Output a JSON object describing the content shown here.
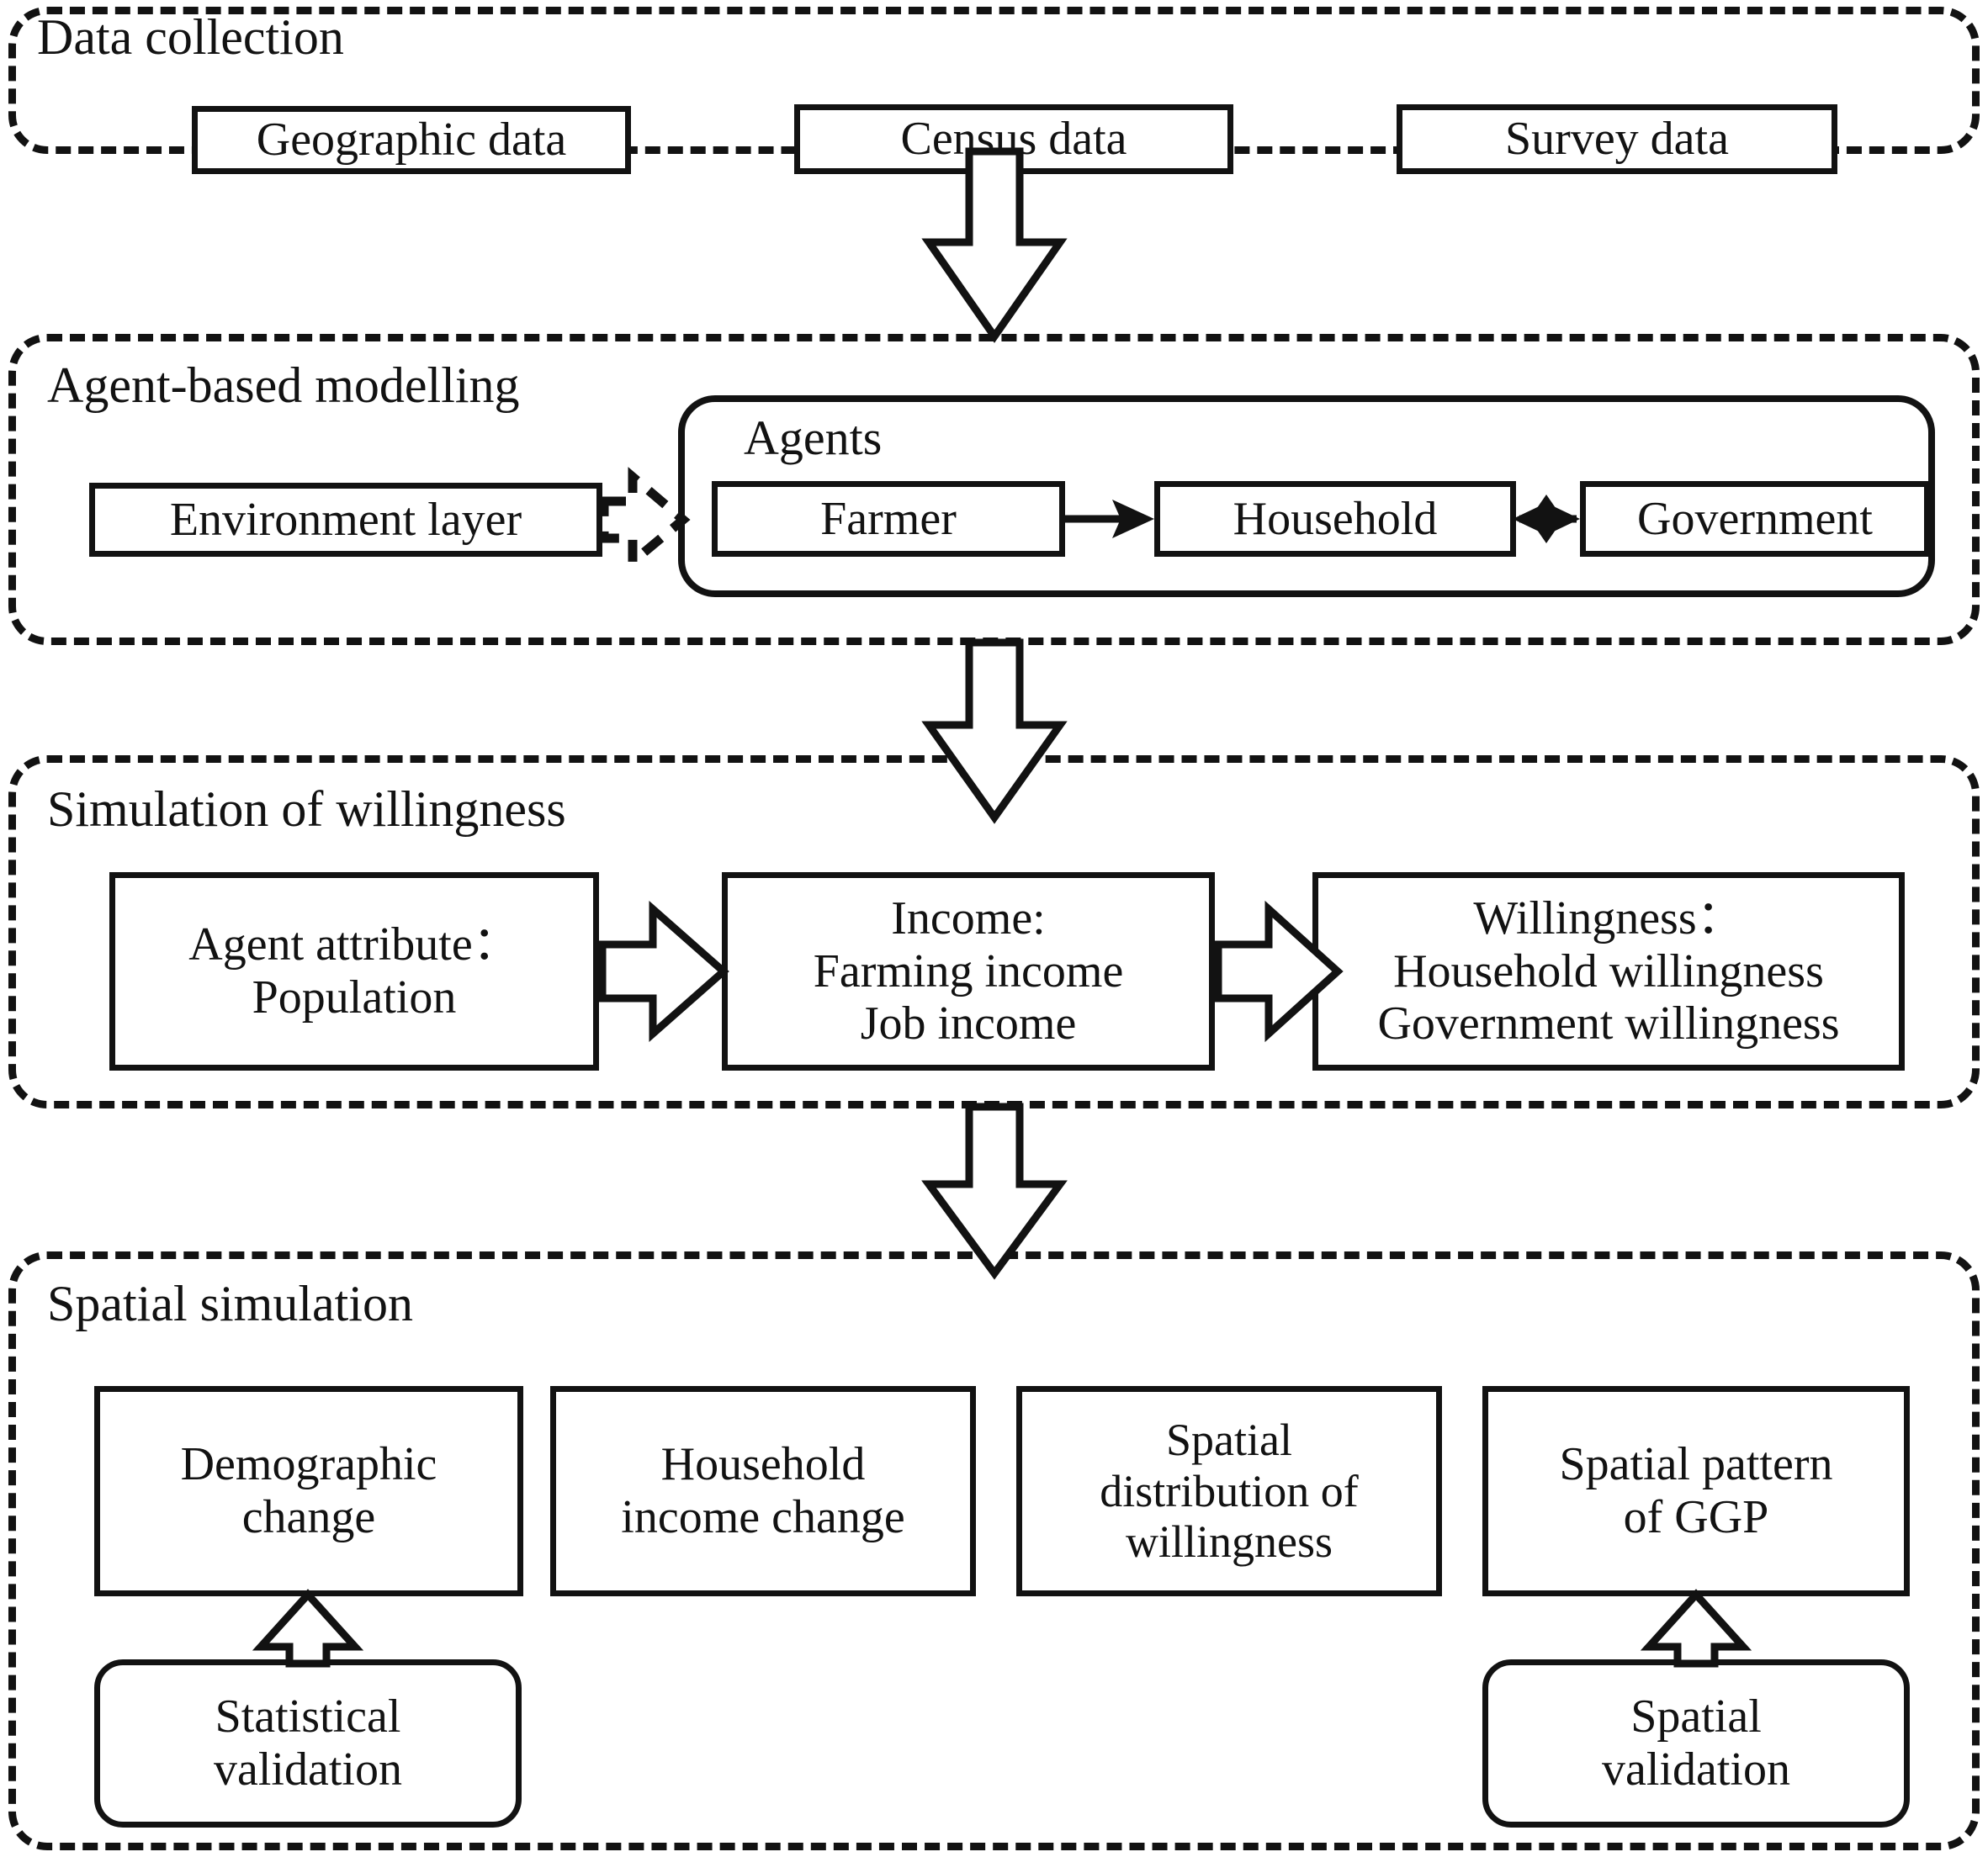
{
  "figure": {
    "type": "flowchart",
    "title": "Agent-based modelling framework for simulation of willingness and spatial simulation",
    "orientation": "top-to-bottom",
    "sections": 4
  },
  "sections": [
    {
      "id": "data-collection",
      "title": "Data collection",
      "nodes": [
        {
          "id": "geographic-data",
          "label": "Geographic data"
        },
        {
          "id": "census-data",
          "label": "Census data"
        },
        {
          "id": "survey-data",
          "label": "Survey data"
        }
      ]
    },
    {
      "id": "agent-based-modelling",
      "title": "Agent-based modelling",
      "group_label": "Agents",
      "nodes": [
        {
          "id": "environment-layer",
          "label": "Environment layer"
        },
        {
          "id": "farmer",
          "label": "Farmer"
        },
        {
          "id": "household",
          "label": "Household"
        },
        {
          "id": "government",
          "label": "Government"
        }
      ]
    },
    {
      "id": "simulation-of-willingness",
      "title": "Simulation of willingness",
      "nodes": [
        {
          "id": "agent-attribute",
          "lines": [
            "Agent attribute：",
            "Population"
          ]
        },
        {
          "id": "income",
          "lines": [
            "Income:",
            "Farming income",
            "Job income"
          ]
        },
        {
          "id": "willingness",
          "lines": [
            "Willingness：",
            "Household willingness",
            "Government willingness"
          ]
        }
      ]
    },
    {
      "id": "spatial-simulation",
      "title": "Spatial simulation",
      "nodes": [
        {
          "id": "demographic-change",
          "lines": [
            "Demographic",
            "change"
          ]
        },
        {
          "id": "household-income-change",
          "lines": [
            "Household",
            "income change"
          ]
        },
        {
          "id": "spatial-distribution-of-willingness",
          "lines": [
            "Spatial",
            "distribution of",
            "willingness"
          ]
        },
        {
          "id": "spatial-pattern-of-ggp",
          "lines": [
            "Spatial pattern",
            "of GGP"
          ]
        },
        {
          "id": "statistical-validation",
          "lines": [
            "Statistical",
            "validation"
          ]
        },
        {
          "id": "spatial-validation",
          "lines": [
            "Spatial",
            "validation"
          ]
        }
      ]
    }
  ],
  "connectors": [
    {
      "id": "data-to-model",
      "style": "hollow-block-arrow",
      "direction": "down"
    },
    {
      "id": "model-to-willingness",
      "style": "hollow-block-arrow",
      "direction": "down"
    },
    {
      "id": "willingness-to-spatial",
      "style": "hollow-block-arrow",
      "direction": "down"
    },
    {
      "id": "environment-to-agents",
      "style": "dashed-block-arrow",
      "direction": "right"
    },
    {
      "id": "farmer-to-household",
      "style": "thin-solid-arrow",
      "direction": "right"
    },
    {
      "id": "household-to-government",
      "style": "thin-double-arrow",
      "direction": "both"
    },
    {
      "id": "agent-attribute-to-income",
      "style": "hollow-block-arrow",
      "direction": "right"
    },
    {
      "id": "income-to-willingness",
      "style": "hollow-block-arrow",
      "direction": "right"
    },
    {
      "id": "statistical-validation-to-demographic-change",
      "style": "hollow-block-arrow",
      "direction": "up"
    },
    {
      "id": "spatial-validation-to-spatial-pattern",
      "style": "hollow-block-arrow",
      "direction": "up"
    }
  ],
  "colors": {
    "ink": "#121212",
    "background": "#ffffff"
  }
}
